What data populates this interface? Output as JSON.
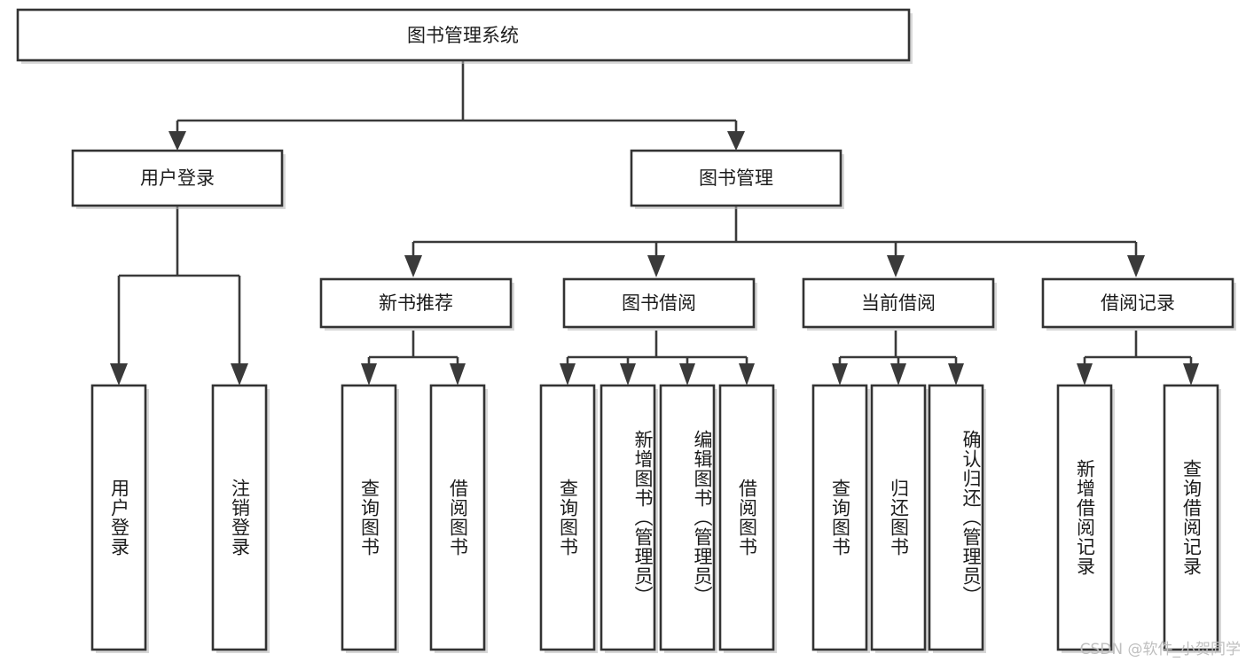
{
  "diagram": {
    "type": "hierarchy-tree",
    "title_node": "图书管理系统",
    "watermark": "CSDN @软件_小贺同学",
    "colors": {
      "box_fill": "#ffffff",
      "box_stroke": "#333333",
      "connector": "#3a3a3a",
      "text": "#1c1c1c",
      "watermark": "#bfbfbf"
    },
    "levels": {
      "root": {
        "label": "图书管理系统"
      },
      "level2": [
        {
          "label": "用户登录"
        },
        {
          "label": "图书管理"
        }
      ],
      "level3": [
        {
          "label": "新书推荐"
        },
        {
          "label": "图书借阅"
        },
        {
          "label": "当前借阅"
        },
        {
          "label": "借阅记录"
        }
      ]
    },
    "nodes": {
      "root": "图书管理系统",
      "user_login": "用户登录",
      "book_manage": "图书管理",
      "new_book_rec": "新书推荐",
      "book_borrow": "图书借阅",
      "current_borrow": "当前借阅",
      "borrow_record": "借阅记录",
      "leaf_user_login": "用户登录",
      "leaf_logout": "注销登录",
      "leaf_query_book_1": "查询图书",
      "leaf_borrow_book_1": "借阅图书",
      "leaf_query_book_2": "查询图书",
      "leaf_add_book": "新增图书（管理员）",
      "leaf_edit_book": "编辑图书（管理员）",
      "leaf_borrow_book_2": "借阅图书",
      "leaf_query_book_3": "查询图书",
      "leaf_return_book": "归还图书",
      "leaf_confirm_return": "确认归还（管理员）",
      "leaf_add_record": "新增借阅记录",
      "leaf_query_record": "查询借阅记录"
    }
  }
}
